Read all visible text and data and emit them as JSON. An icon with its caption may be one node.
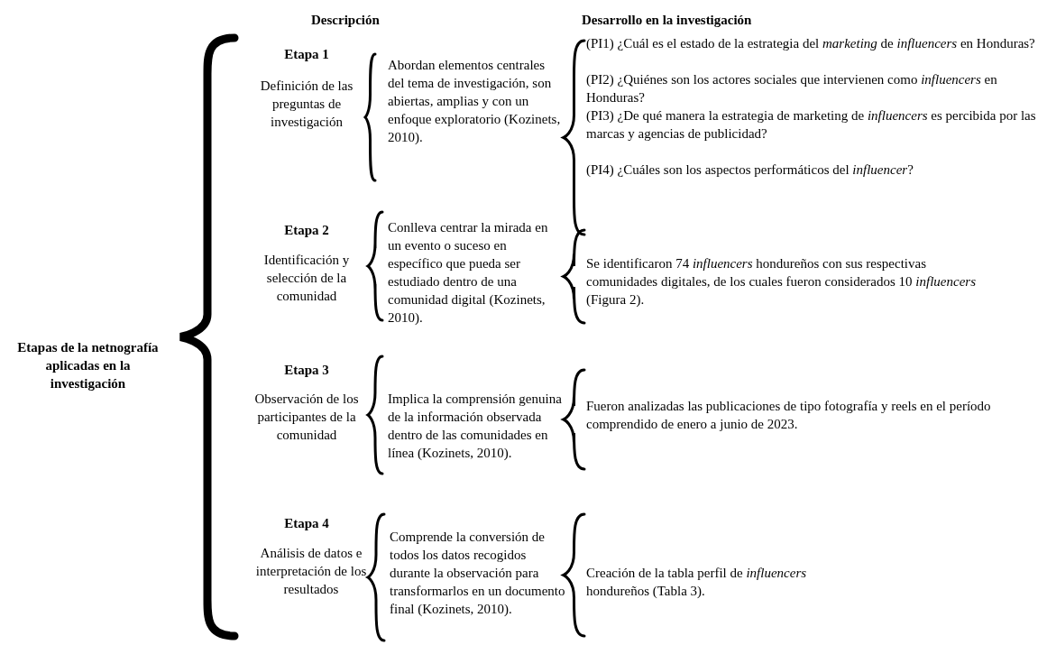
{
  "diagram": {
    "labels": [
      "Descripción",
      "Desarrollo en la investigación",
      "Etapas de la netnografía aplicadas en la investigación",
      "Etapa 1",
      "Definición de las preguntas de investigación",
      "Abordan elementos centrales del tema de investigación, son abiertas, amplias y con un enfoque exploratorio (Kozinets, 2010).",
      "(PI1) ¿Cuál es el estado de la estrategia del *marketing* de *influencers* en Honduras?",
      "(PI2) ¿Quiénes son los actores sociales que intervienen como *influencers* en Honduras?",
      "(PI3) ¿De qué manera la estrategia de marketing de *influencers* es percibida por las marcas y agencias de publicidad?",
      "(PI4) ¿Cuáles son los aspectos performáticos del *influencer*?",
      "Etapa 2",
      "Identificación y selección de la comunidad",
      "Conlleva centrar la mirada en un evento o suceso en específico que pueda ser estudiado dentro de una comunidad digital (Kozinets, 2010).",
      "Se identificaron 74 *influencers* hondureños con sus respectivas comunidades digitales, de los cuales fueron considerados 10 *influencers* (Figura 2).",
      "Etapa 3",
      "Observación de los participantes de la comunidad",
      "Implica la comprensión genuina de la información observada dentro de las comunidades en línea (Kozinets, 2010).",
      "Fueron analizadas las publicaciones de tipo fotografía y reels en el período comprendido de enero a junio de 2023.",
      "Etapa 4",
      "Análisis de datos e interpretación de los resultados",
      "Comprende la conversión de todos los datos recogidos durante la observación para transformarlos en un documento final (Kozinets, 2010).",
      "Creación de la tabla perfil de *influencers* hondureños (Tabla 3)."
    ]
  }
}
